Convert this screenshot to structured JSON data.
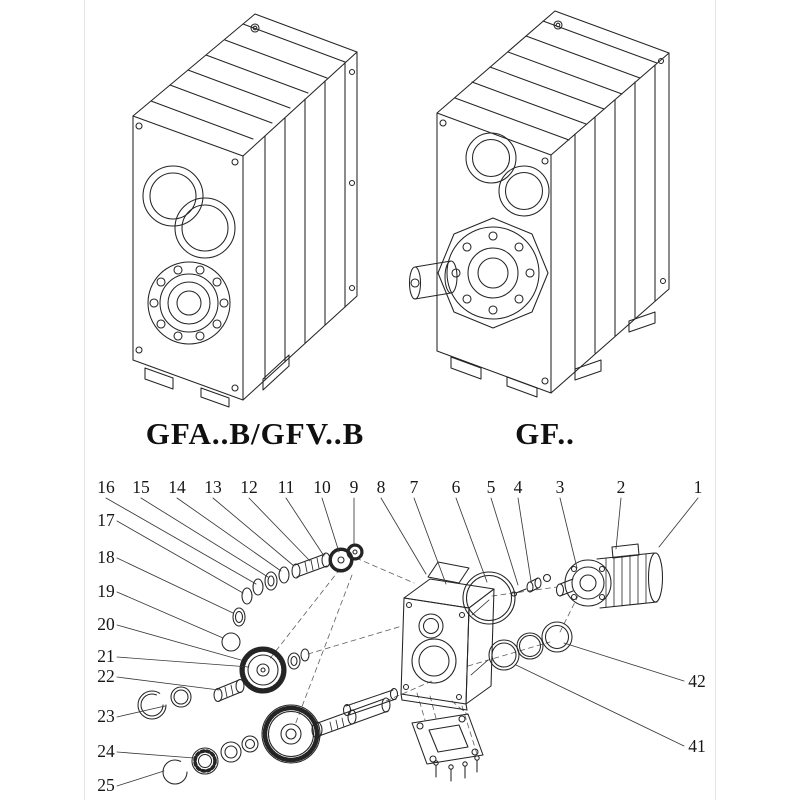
{
  "colors": {
    "background": "#ffffff",
    "line": "#242424"
  },
  "figures": [
    {
      "caption": "GFA..B/GFV..B"
    },
    {
      "caption": "GF.."
    }
  ],
  "exploded": {
    "top": [
      "16",
      "15",
      "14",
      "13",
      "12",
      "11",
      "10",
      "9",
      "8",
      "7",
      "6",
      "5",
      "4",
      "3",
      "2",
      "1"
    ],
    "left": [
      "17",
      "18",
      "19",
      "20",
      "21",
      "22",
      "23",
      "24",
      "25"
    ],
    "right": [
      "42",
      "41"
    ]
  }
}
